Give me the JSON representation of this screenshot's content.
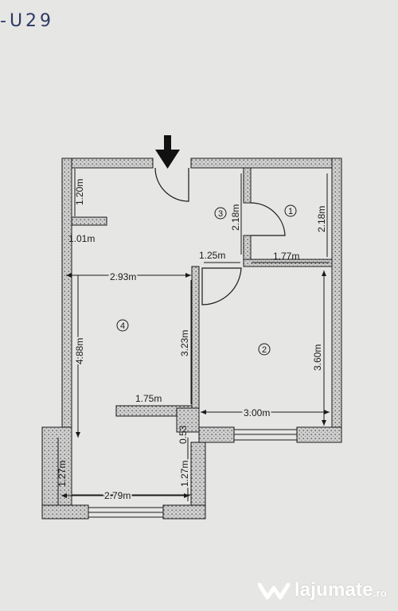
{
  "handwritten_note": "-U29",
  "rooms": [
    {
      "id": "room-1",
      "label": "1"
    },
    {
      "id": "room-2",
      "label": "2"
    },
    {
      "id": "room-3",
      "label": "3"
    },
    {
      "id": "room-4",
      "label": "4"
    }
  ],
  "dimensions": {
    "top_left_vertical": "1.20m",
    "left_niche_horizontal": "1.01m",
    "hall_vertical": "2.18m",
    "bath_vertical": "2.18m",
    "hall_horizontal": "1.25m",
    "bath_horizontal": "1.77m",
    "living_width": "2.93m",
    "living_height": "4.88m",
    "partition_height": "3.23m",
    "bedroom_height": "3.60m",
    "partition_stub": "1.75m",
    "bedroom_width": "3.00m",
    "wall_offset": "0.53",
    "bay_left_height": "1.27m",
    "bay_right_height": "1.27m",
    "bay_width": "2.79m"
  },
  "watermark": {
    "brand": "lajumate",
    "tld": ".ro"
  },
  "colors": {
    "wall_fill": "#bdbdbd",
    "line": "#1a1a1a",
    "paper": "#e6e6e4",
    "watermark": "#ffffff"
  }
}
